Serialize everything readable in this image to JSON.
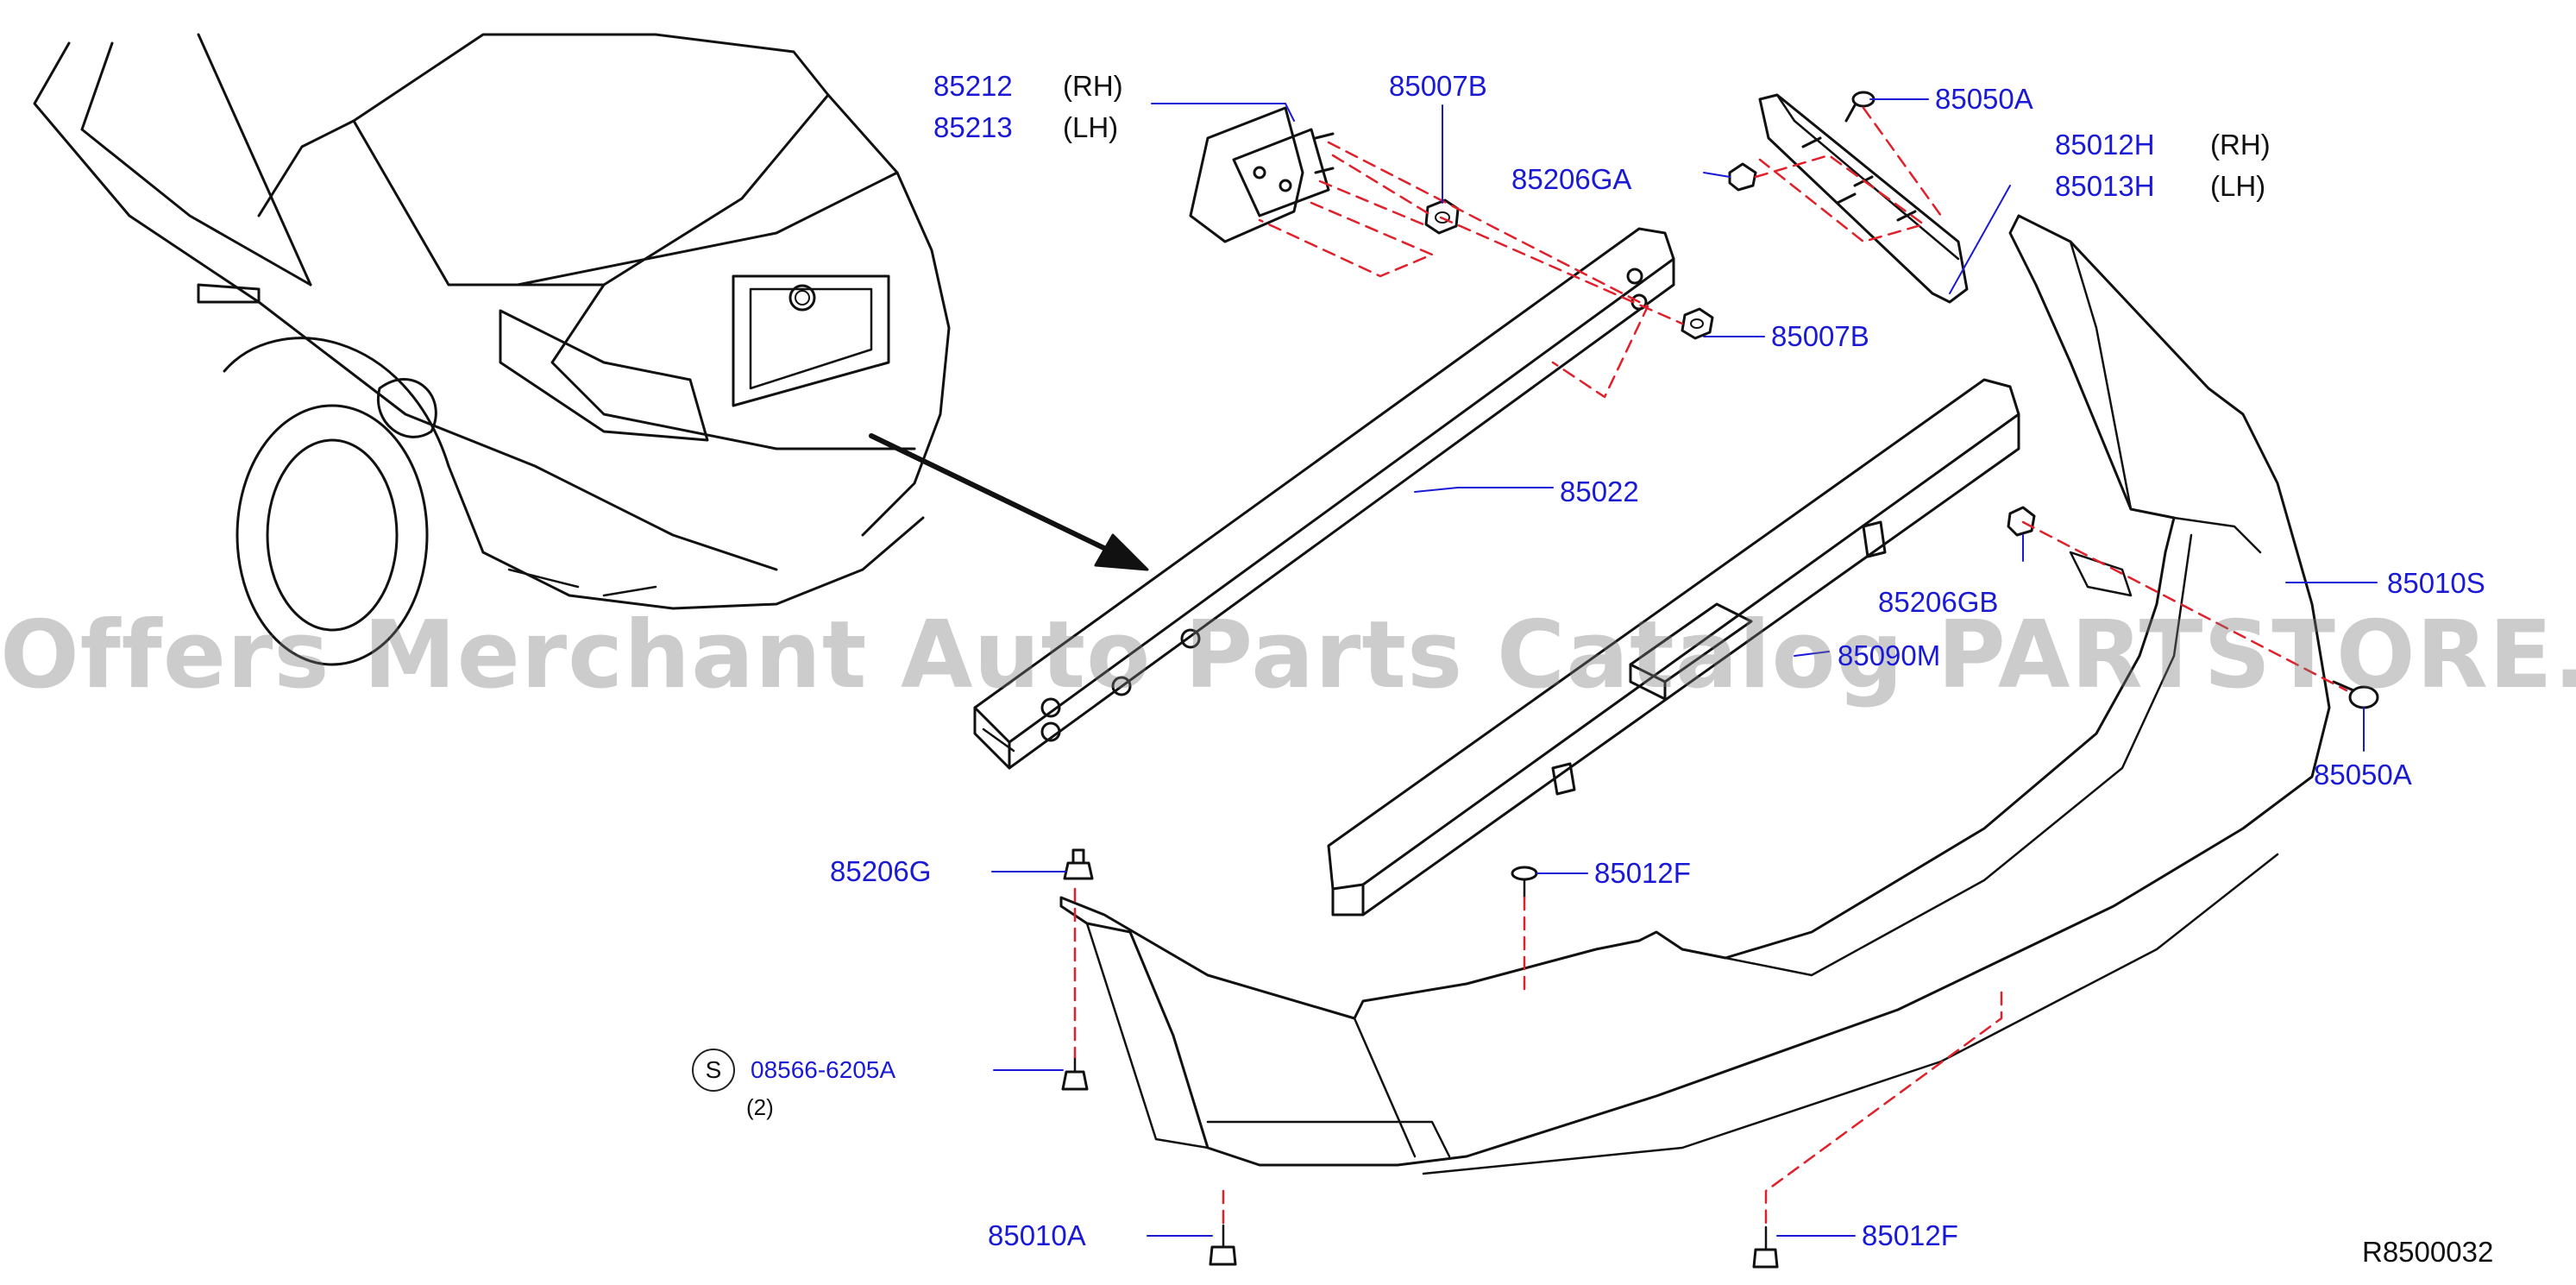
{
  "labels": {
    "p85212": "85212",
    "p85212_side": "(RH)",
    "p85213": "85213",
    "p85213_side": "(LH)",
    "p85007b_top": "85007B",
    "p85206ga": "85206GA",
    "p85007b_mid": "85007B",
    "p85022": "85022",
    "p85050a_top": "85050A",
    "p85012h": "85012H",
    "p85012h_side": "(RH)",
    "p85013h": "85013H",
    "p85013h_side": "(LH)",
    "p85010s": "85010S",
    "p85206gb": "85206GB",
    "p85090m": "85090M",
    "p85050a_right": "85050A",
    "p85206g": "85206G",
    "p85012f_mid": "85012F",
    "s_symbol": "S",
    "p08566": "08566-6205A",
    "p08566_qty": "(2)",
    "p85010a": "85010A",
    "p85012f_bot": "85012F"
  },
  "watermark": "Offers Merchant Auto Parts Catalog PARTSTORE.SA",
  "diagram_ref": "R8500032",
  "colors": {
    "part_number": "#1a1ad6",
    "leader_line": "#1a1ad6",
    "dashed_line": "#e0202a",
    "outline": "#111111"
  }
}
